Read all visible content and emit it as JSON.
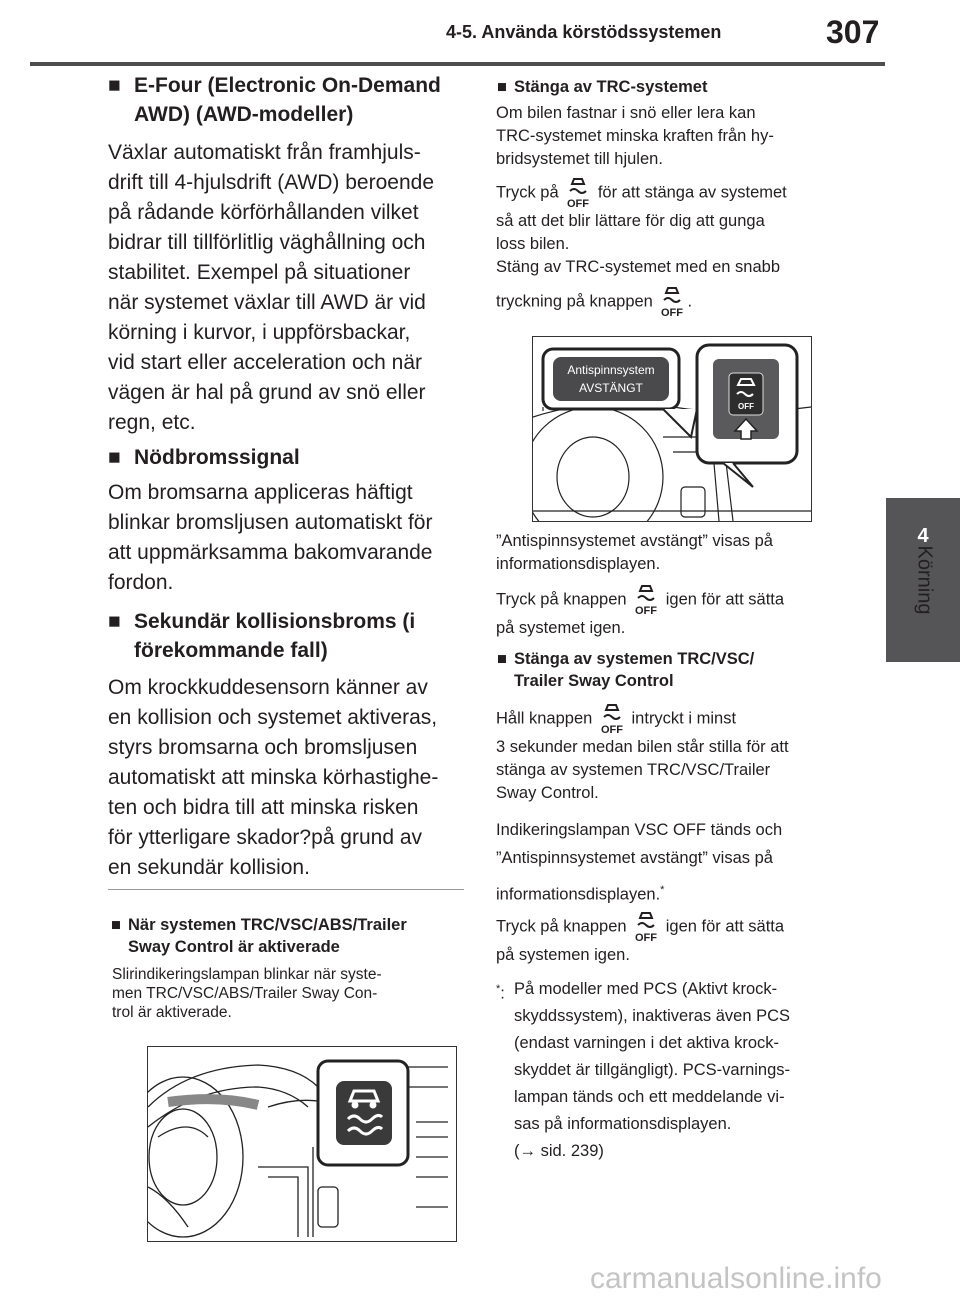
{
  "header": {
    "section_title": "4-5. Använda körstödssystemen",
    "page_number": "307"
  },
  "side_tab": {
    "chapter_number": "4",
    "chapter_label": "Körning"
  },
  "left": {
    "efour": {
      "heading_line1": "E-Four (Electronic On-Demand",
      "heading_line2": "AWD) (AWD-modeller)",
      "lines": [
        "Växlar automatiskt från framhjuls-",
        "drift till 4-hjulsdrift (AWD) beroende",
        "på rådande körförhållanden vilket",
        "bidrar till tillförlitlig väghållning och",
        "stabilitet. Exempel på situationer",
        "när systemet växlar till AWD är vid",
        "körning i kurvor, i uppförsbackar,",
        "vid start eller acceleration och när",
        "vägen är hal på grund av snö eller",
        "regn, etc."
      ]
    },
    "nodbroms": {
      "heading": "Nödbromssignal",
      "lines": [
        "Om bromsarna appliceras häftigt",
        "blinkar bromsljusen automatiskt för",
        "att uppmärksamma bakomvarande",
        "fordon."
      ]
    },
    "sekundar": {
      "heading_line1": "Sekundär kollisionsbroms (i",
      "heading_line2": "förekommande fall)",
      "lines": [
        "Om krockkuddesensorn känner av",
        "en kollision och systemet aktiveras,",
        "styrs bromsarna och bromsljusen",
        "automatiskt att minska körhastighe-",
        "ten och bidra till att minska risken",
        "för ytterligare skador?på grund av",
        "en sekundär kollision."
      ]
    },
    "active": {
      "heading_line1": "När systemen TRC/VSC/ABS/Trailer",
      "heading_line2": "Sway Control är aktiverade",
      "lines": [
        "Slirindikeringslampan blinkar när syste-",
        "men TRC/VSC/ABS/Trailer Sway Con-",
        "trol är aktiverade."
      ]
    }
  },
  "right": {
    "trc_off": {
      "heading": "Stänga av TRC-systemet",
      "p1": [
        "Om bilen fastnar i snö eller lera kan",
        "TRC-systemet minska kraften från hy-",
        "bridsystemet till hjulen."
      ],
      "p2_a": "Tryck på",
      "p2_b": "för att stänga av systemet",
      "p2_lines": [
        "så att det blir lättare för dig att gunga",
        "loss bilen."
      ],
      "p3_line1": "Stäng av TRC-systemet med en snabb",
      "p3_a": "tryckning på knappen",
      "p3_b": ".",
      "display_line1": "Antispinnsystem",
      "display_line2": "AVSTÄNGT",
      "p4": [
        "”Antispinnsystemet avstängt” visas på",
        "informationsdisplayen."
      ],
      "p5_a": "Tryck på knappen",
      "p5_b": "igen för att sätta",
      "p5_line2": "på systemet igen."
    },
    "all_off": {
      "heading_line1": "Stänga av systemen TRC/VSC/",
      "heading_line2": "Trailer Sway Control",
      "p1_a": "Håll knappen",
      "p1_b": "intryckt i minst",
      "p1_lines": [
        "3 sekunder medan bilen står stilla för att",
        "stänga av systemen TRC/VSC/Trailer",
        "Sway Control."
      ],
      "p2": [
        "Indikeringslampan VSC OFF tänds och",
        "”Antispinnsystemet avstängt” visas på"
      ],
      "p2_last": "informationsdisplayen.",
      "footnote_mark": "*",
      "p3_a": "Tryck på knappen",
      "p3_b": "igen för att sätta",
      "p3_line2": "på systemen igen.",
      "footnote_lines": [
        "På modeller med PCS (Aktivt krock-",
        "skyddssystem), inaktiveras även PCS",
        "(endast varningen i det aktiva krock-",
        "skyddet är tillgängligt). PCS-varnings-",
        "lampan tänds och ett meddelande vi-",
        "sas på informationsdisplayen."
      ],
      "ref_arrow": "→",
      "ref_text": "sid. 239)",
      "ref_open": "("
    }
  },
  "off_label": "OFF",
  "watermark": "carmanualsonline.info",
  "colors": {
    "tab": "#555558",
    "header_rule": "#4d4d4f",
    "text": "#231f20"
  }
}
